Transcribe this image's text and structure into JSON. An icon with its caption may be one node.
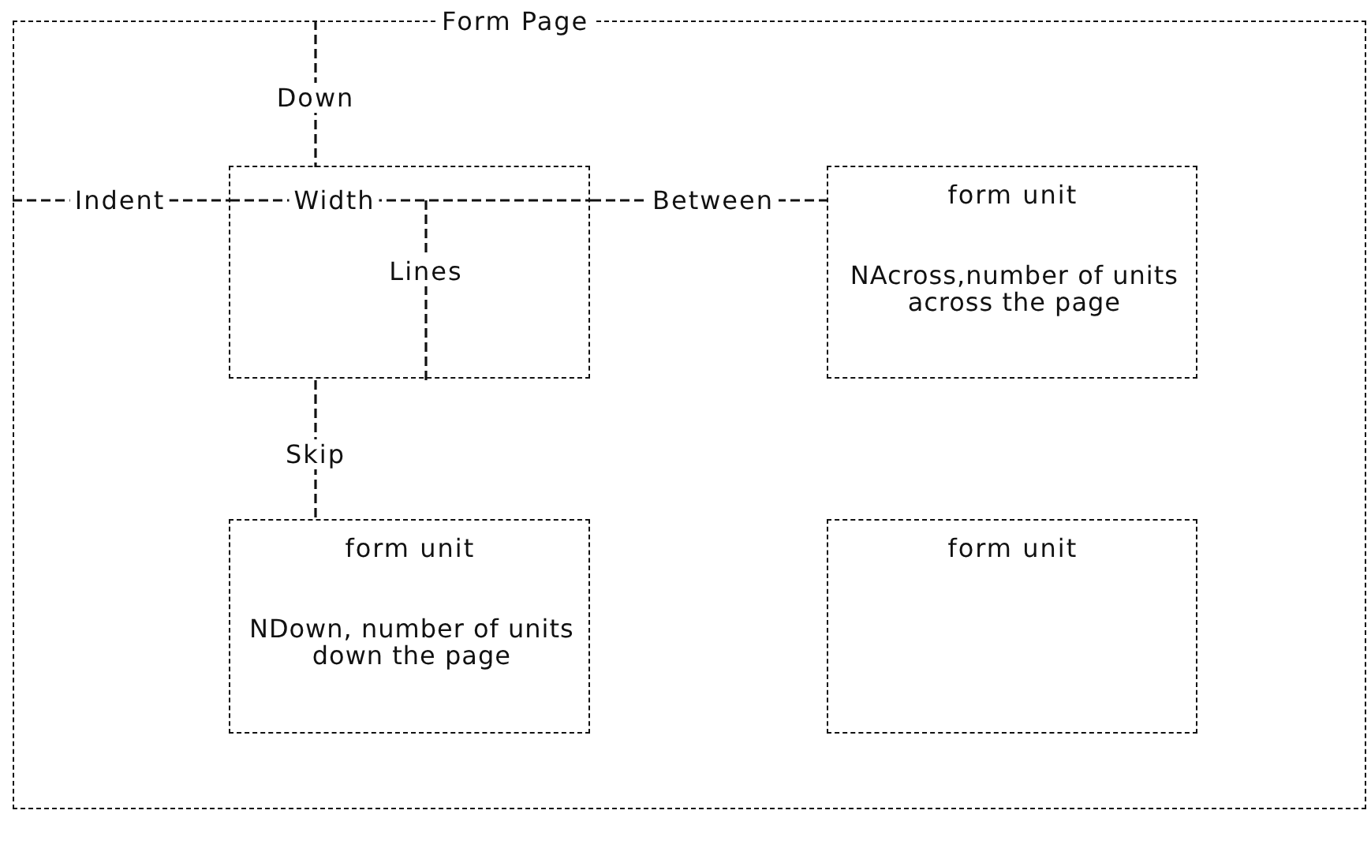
{
  "diagram": {
    "nodes": [
      {
        "text": [
          "Form Page"
        ]
      },
      {
        "text": [],
        "shape": "box",
        "in": 0
      },
      {
        "text": [
          "form unit",
          "NAcross,number of units across the page"
        ],
        "in": 0
      },
      {
        "text": [
          "form unit",
          "NDown, number of units down the page"
        ],
        "in": 0
      },
      {
        "text": [
          "form unit"
        ],
        "in": 0
      }
    ],
    "labels": [
      "Down",
      "Indent",
      "Width",
      "Between",
      "Lines",
      "Skip"
    ]
  }
}
